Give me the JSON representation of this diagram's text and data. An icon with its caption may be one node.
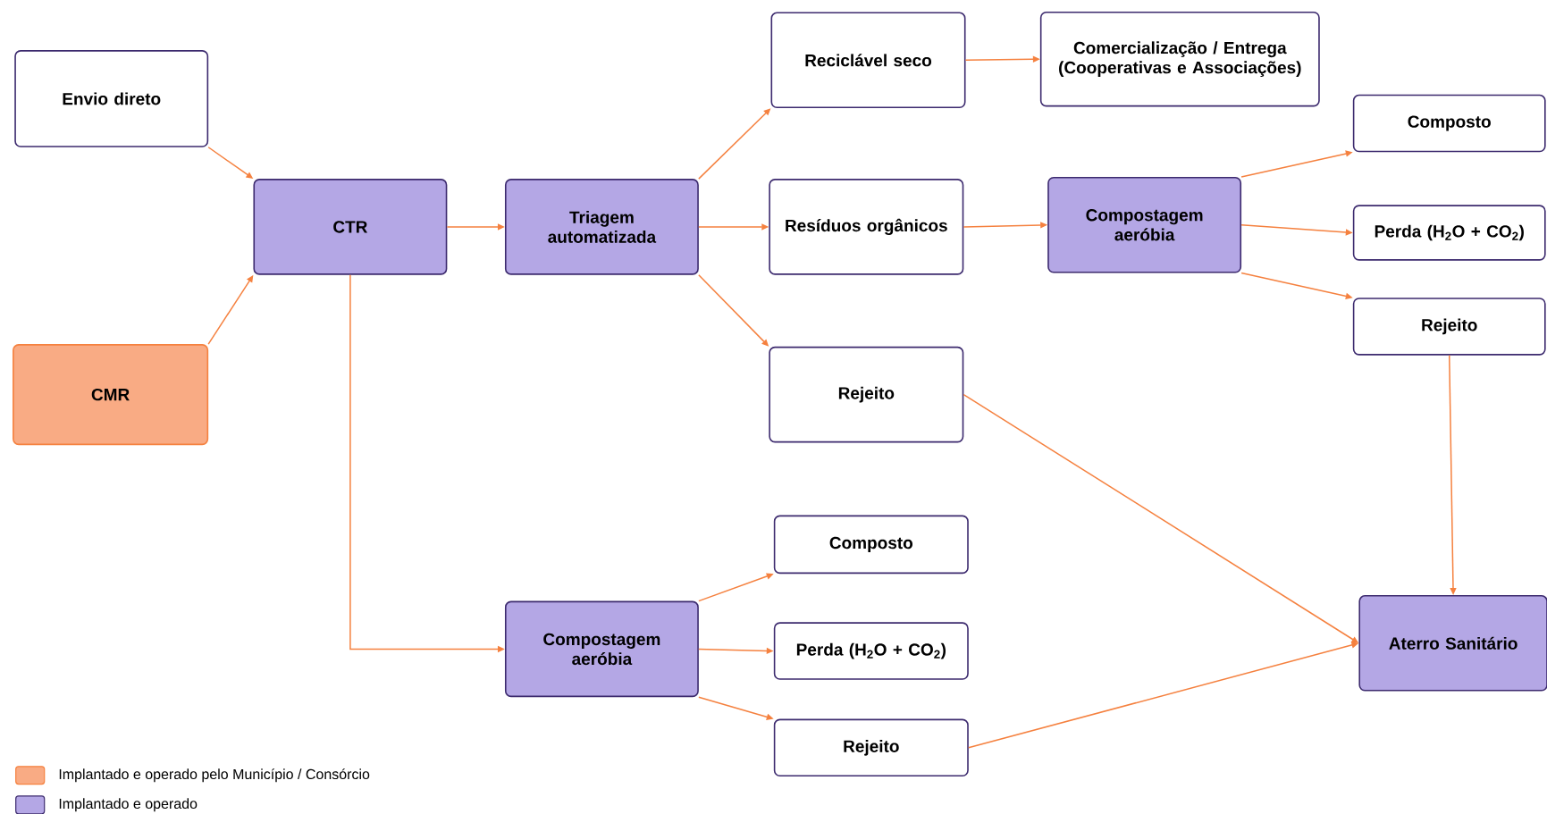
{
  "diagram": {
    "nodes": [
      {
        "text": [
          "Envio direto"
        ]
      },
      {
        "text": [
          "CMR"
        ]
      },
      {
        "text": [
          "CTR"
        ]
      },
      {
        "text": [
          "Triagem automatizada"
        ]
      },
      {
        "text": [
          "Reciclável seco"
        ]
      },
      {
        "text": [
          "Comercialização / Entrega (Cooperativas e Associações)"
        ]
      },
      {
        "text": [
          "Resíduos orgânicos"
        ]
      },
      {
        "text": [
          "Rejeito"
        ]
      },
      {
        "text": [
          "Compostagem aeróbia"
        ]
      },
      {
        "text": [
          "Composto"
        ]
      },
      {
        "text": [
          "Perda (H$_{2}$O + CO$_{2}$)"
        ]
      },
      {
        "text": [
          "Rejeito"
        ]
      },
      {
        "text": [
          "Compostagem aeróbia"
        ]
      },
      {
        "text": [
          "Composto"
        ]
      },
      {
        "text": [
          "Perda (H$_{2}$O + CO$_{2}$)"
        ]
      },
      {
        "text": [
          "Rejeito"
        ]
      },
      {
        "text": [
          "Aterro Sanitário"
        ]
      }
    ],
    "edges": [
      {
        "from": 0,
        "to": 2,
        "arrow": "to"
      },
      {
        "from": 1,
        "to": 2,
        "arrow": "to"
      },
      {
        "from": 2,
        "to": 3,
        "arrow": "to"
      },
      {
        "from": 3,
        "to": 4,
        "arrow": "to"
      },
      {
        "from": 3,
        "to": 6,
        "arrow": "to"
      },
      {
        "from": 3,
        "to": 7,
        "arrow": "to"
      },
      {
        "from": 4,
        "to": 5,
        "arrow": "to"
      },
      {
        "from": 6,
        "to": 8,
        "arrow": "to"
      },
      {
        "from": 8,
        "to": 9,
        "arrow": "to"
      },
      {
        "from": 8,
        "to": 10,
        "arrow": "to"
      },
      {
        "from": 8,
        "to": 11,
        "arrow": "to"
      },
      {
        "from": 2,
        "to": 12,
        "arrow": "to"
      },
      {
        "from": 12,
        "to": 13,
        "arrow": "to"
      },
      {
        "from": 12,
        "to": 14,
        "arrow": "to"
      },
      {
        "from": 12,
        "to": 15,
        "arrow": "to"
      },
      {
        "from": 7,
        "to": 16,
        "arrow": "to"
      },
      {
        "from": 11,
        "to": 16,
        "arrow": "to"
      },
      {
        "from": 15,
        "to": 16,
        "arrow": "to"
      }
    ],
    "legend": [
      {
        "text": "Implantado e operado pelo Município / Consórcio",
        "color": "#f9ab84"
      },
      {
        "text": "Implantado e operado",
        "color": "#b4a7e5"
      }
    ]
  }
}
